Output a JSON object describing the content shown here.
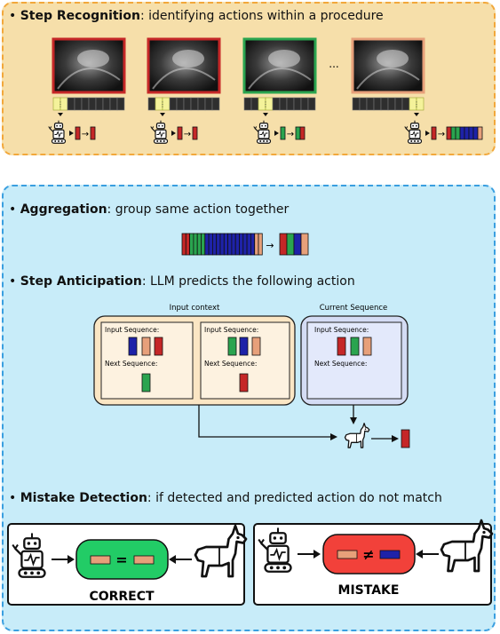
{
  "colors": {
    "red": "#c52727",
    "green": "#2aa44f",
    "blue": "#1e22a8",
    "peach": "#e7a07a",
    "orange_border": "#f2a83b",
    "blue_border": "#3a9fe0",
    "correct_green": "#22cc66",
    "mistake_red": "#f2413a"
  },
  "step_recognition": {
    "title": "Step Recognition",
    "description": ": identifying actions within a procedure",
    "ellipsis": "..."
  },
  "aggregation": {
    "title": "Aggregation",
    "description": ": group same action together"
  },
  "step_anticipation": {
    "title": "Step Anticipation",
    "description": ": LLM predicts the following action",
    "input_context_label": "Input context",
    "current_sequence_label": "Current Sequence",
    "input_sequence_label": "Input Sequence:",
    "next_sequence_label": "Next Sequence:"
  },
  "mistake_detection": {
    "title": "Mistake Detection",
    "description": ": if detected and predicted action do not match",
    "correct_label": "CORRECT",
    "mistake_label": "MISTAKE",
    "equal_sign": "=",
    "not_equal_sign": "≠"
  },
  "icons": [
    "robot-icon",
    "llama-icon",
    "arrow-icon",
    "clip-feature-icon",
    "video-frame"
  ]
}
